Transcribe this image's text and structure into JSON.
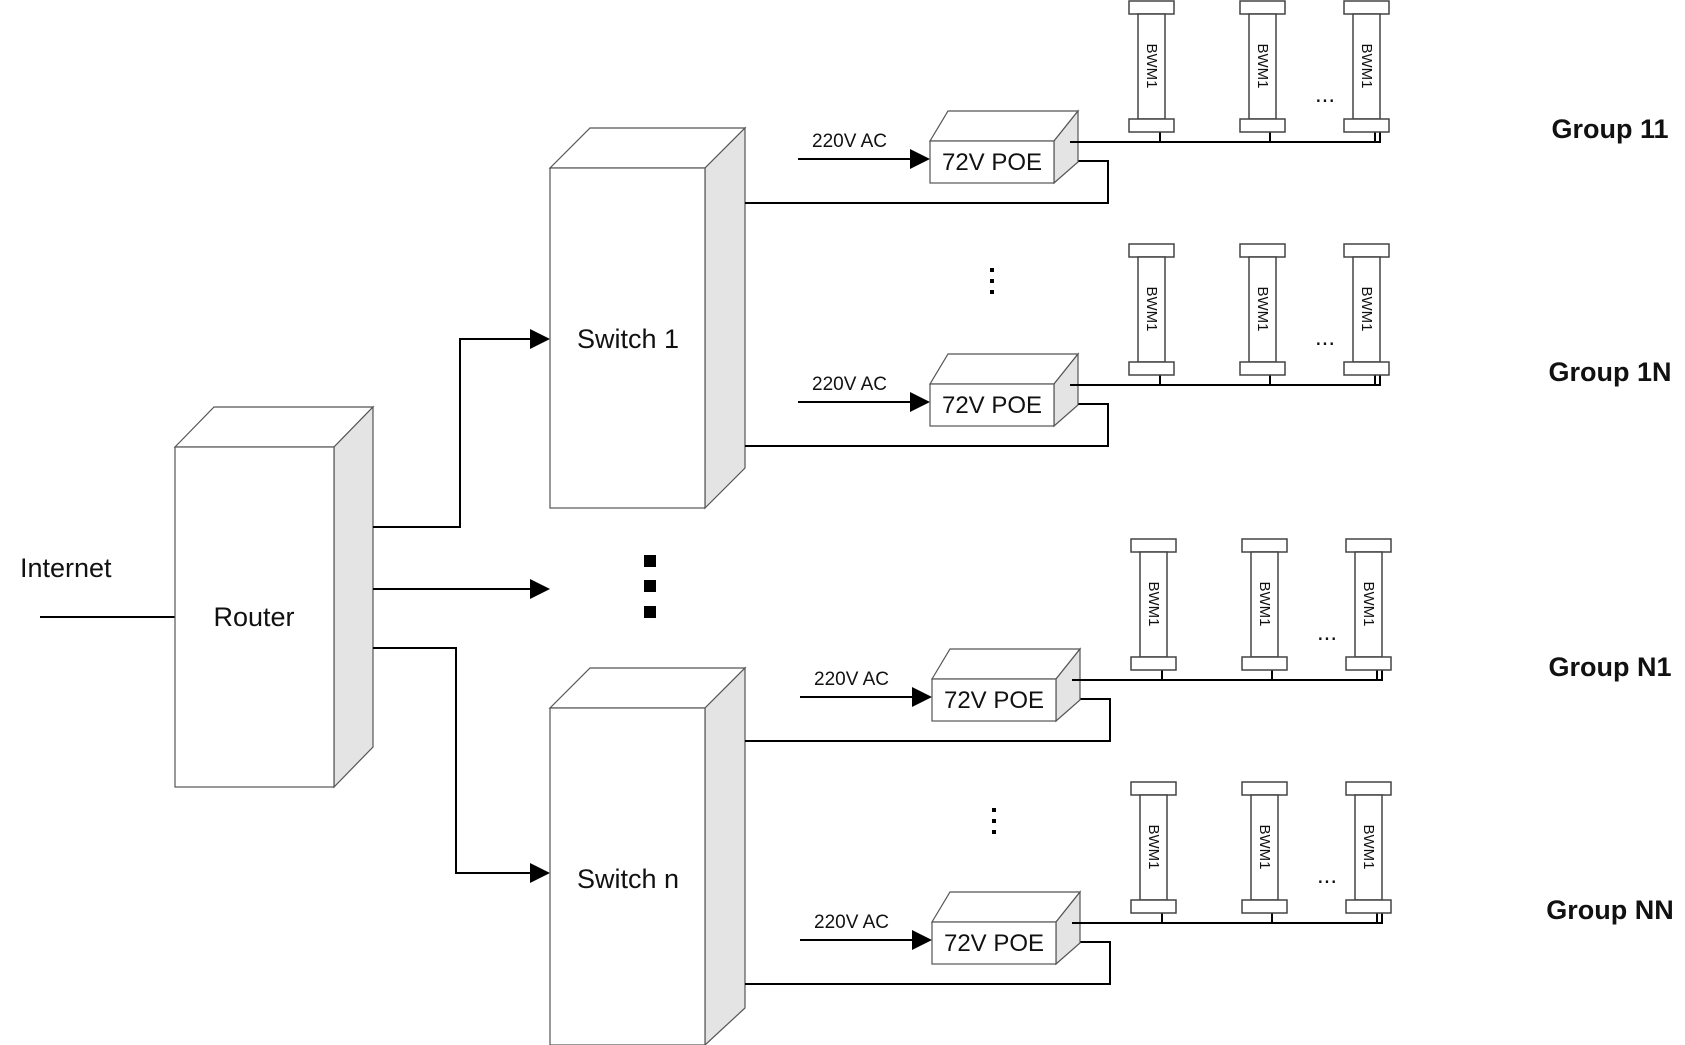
{
  "internet_label": "Internet",
  "router_label": "Router",
  "switches": [
    {
      "label": "Switch 1"
    },
    {
      "label": "Switch n"
    }
  ],
  "groups": [
    {
      "name": "Group 11",
      "ac_label": "220V AC",
      "poe_label": "72V POE",
      "wm_label": "BWM1"
    },
    {
      "name": "Group 1N",
      "ac_label": "220V AC",
      "poe_label": "72V POE",
      "wm_label": "BWM1"
    },
    {
      "name": "Group N1",
      "ac_label": "220V AC",
      "poe_label": "72V POE",
      "wm_label": "BWM1"
    },
    {
      "name": "Group NN",
      "ac_label": "220V AC",
      "poe_label": "72V POE",
      "wm_label": "BWM1"
    }
  ],
  "ellipsis_label": "..."
}
